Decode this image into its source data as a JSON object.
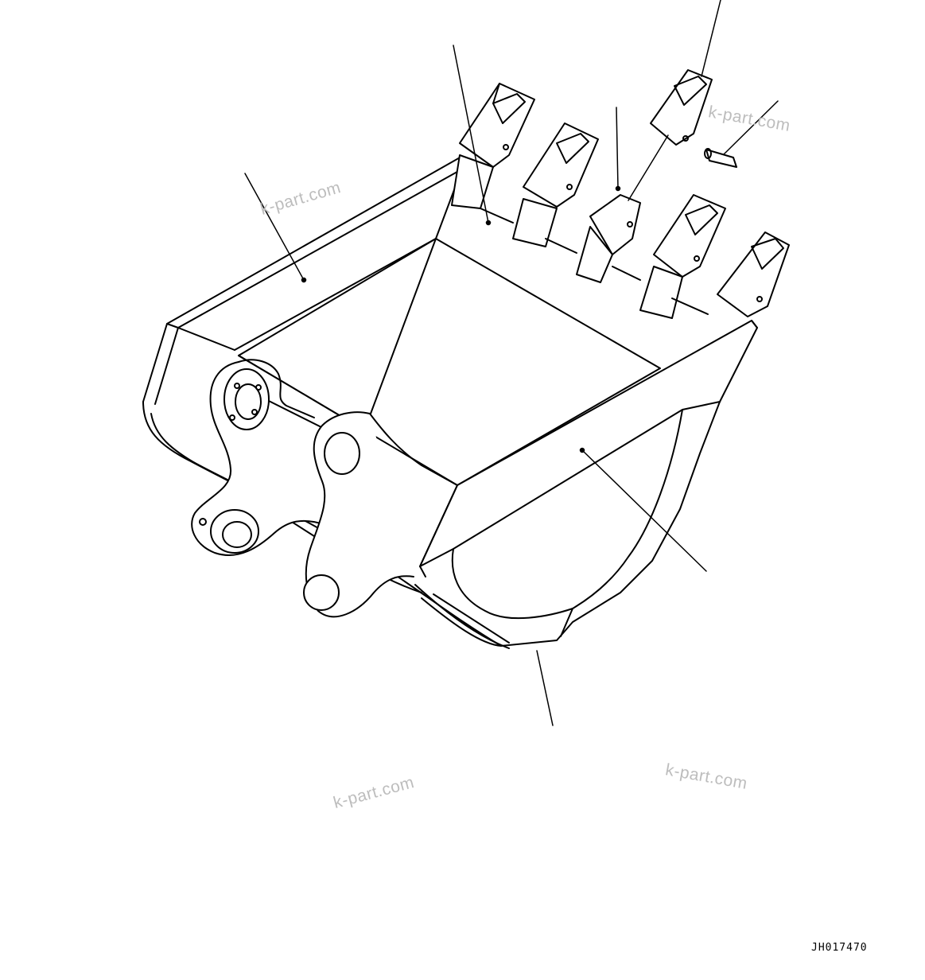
{
  "watermarks": [
    "k-part.com",
    "k-part.com",
    "k-part.com",
    "k-part.com"
  ],
  "drawing_id": "JH017470",
  "colors": {
    "line": "#000000",
    "watermark": "#bdbdbd",
    "background": "#ffffff"
  },
  "parts": [
    {
      "name": "bucket-side-plate-left"
    },
    {
      "name": "bucket-shell"
    },
    {
      "name": "tooth-adapter"
    },
    {
      "name": "bucket-tooth"
    },
    {
      "name": "tooth-pin"
    },
    {
      "name": "bucket-side-plate-right"
    },
    {
      "name": "bucket-bottom-wear-plate"
    }
  ]
}
